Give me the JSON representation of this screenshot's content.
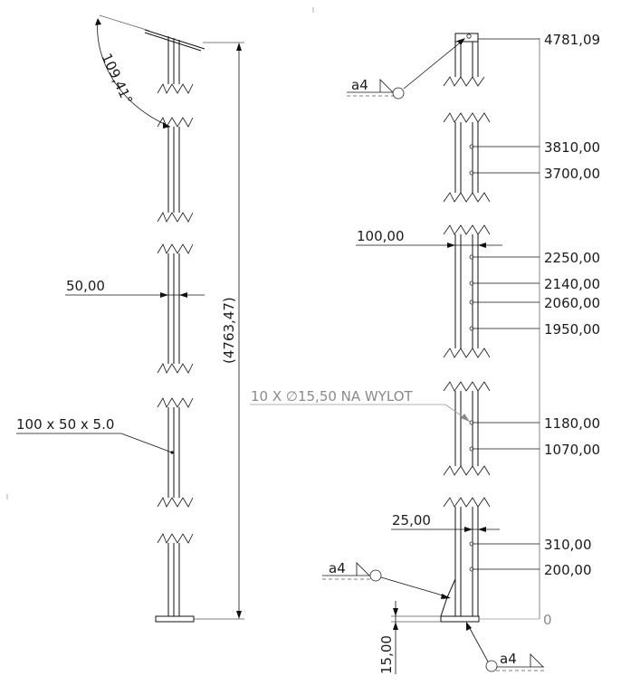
{
  "left_view": {
    "angle_label": "109,41°",
    "width_label": "50,00",
    "overall_length_label": "(4763,47)",
    "profile_label": "100 x 50 x 5.0"
  },
  "right_view": {
    "width_label": "100,00",
    "tube_offset_label": "25,00",
    "base_plate_label": "15,00",
    "holes_note": "10 X ∅15,50 NA WYLOT",
    "origin_label": "0",
    "ordinates": [
      "4781,09",
      "3810,00",
      "3700,00",
      "2250,00",
      "2140,00",
      "2060,00",
      "1950,00",
      "1180,00",
      "1070,00",
      "310,00",
      "200,00"
    ],
    "welds": [
      "a4",
      "a4",
      "a4"
    ]
  }
}
